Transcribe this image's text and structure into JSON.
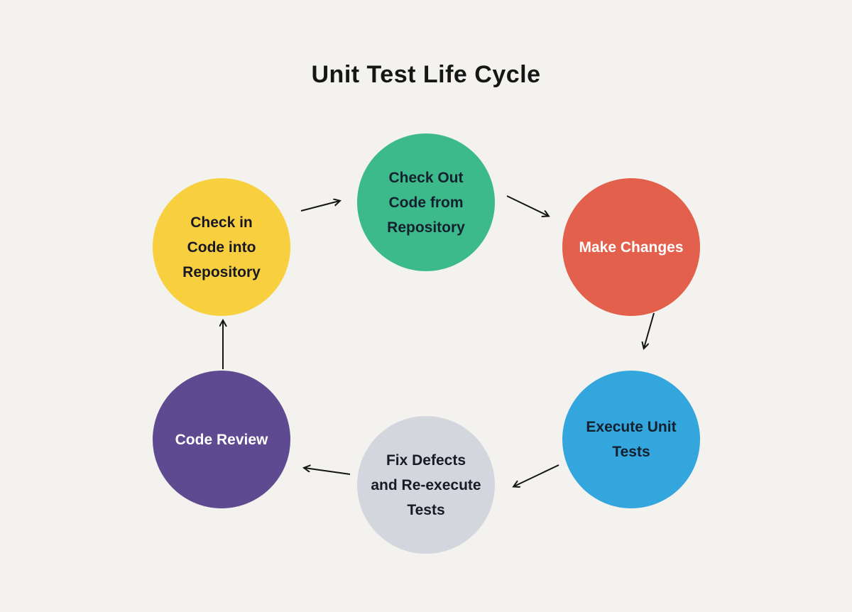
{
  "title": "Unit Test Life Cycle",
  "canvas": {
    "background": "#f4f2ef",
    "arrow_color": "#151515"
  },
  "diagram": {
    "type": "cycle",
    "nodes": [
      {
        "id": "check-out-code",
        "label": "Check Out Code from Repository",
        "lines": [
          "Check Out",
          "Code from",
          "Repository"
        ],
        "color": "#3cba8b",
        "text_color": "#14202e"
      },
      {
        "id": "make-changes",
        "label": "Make Changes",
        "lines": [
          "Make Changes"
        ],
        "color": "#e2604c",
        "text_color": "#ffffff"
      },
      {
        "id": "execute-unit-tests",
        "label": "Execute Unit Tests",
        "lines": [
          "Execute Unit",
          "Tests"
        ],
        "color": "#33a6de",
        "text_color": "#14202e"
      },
      {
        "id": "fix-defects-re-execute",
        "label": "Fix Defects and Re-execute Tests",
        "lines": [
          "Fix Defects",
          "and Re-execute",
          "Tests"
        ],
        "color": "#d3d7dd",
        "text_color": "#191927"
      },
      {
        "id": "code-review",
        "label": "Code Review",
        "lines": [
          "Code Review"
        ],
        "color": "#5d4a90",
        "text_color": "#ffffff"
      },
      {
        "id": "check-in-code",
        "label": "Check in Code into Repository",
        "lines": [
          "Check in",
          "Code into",
          "Repository"
        ],
        "color": "#f8d03f",
        "text_color": "#171726"
      }
    ],
    "edges": [
      {
        "from": "check-out-code",
        "to": "make-changes"
      },
      {
        "from": "make-changes",
        "to": "execute-unit-tests"
      },
      {
        "from": "execute-unit-tests",
        "to": "fix-defects-re-execute"
      },
      {
        "from": "fix-defects-re-execute",
        "to": "code-review"
      },
      {
        "from": "code-review",
        "to": "check-in-code"
      },
      {
        "from": "check-in-code",
        "to": "check-out-code"
      }
    ]
  }
}
